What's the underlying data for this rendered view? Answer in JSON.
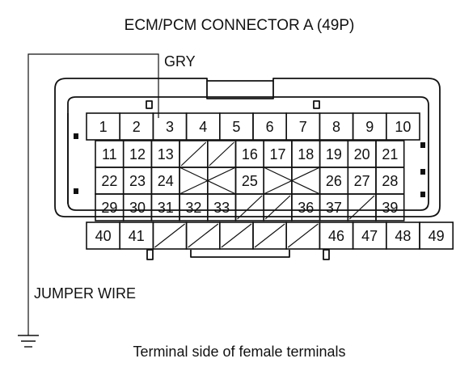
{
  "title": "ECM/PCM CONNECTOR A (49P)",
  "wire_color": "GRY",
  "jumper_label": "JUMPER WIRE",
  "caption": "Terminal side of female terminals",
  "icons": {
    "ground": "ground-symbol-icon"
  },
  "connector": {
    "rows": [
      [
        "1",
        "2",
        "3",
        "4",
        "5",
        "6",
        "7",
        "8",
        "9",
        "10"
      ],
      [
        "11",
        "12",
        "13",
        "",
        "",
        "16",
        "17",
        "18",
        "19",
        "20",
        "21"
      ],
      [
        "22",
        "23",
        "24",
        "",
        "",
        "25",
        "",
        "",
        "26",
        "27",
        "28"
      ],
      [
        "29",
        "30",
        "31",
        "32",
        "33",
        "",
        "",
        "36",
        "37",
        "",
        "39"
      ],
      [
        "40",
        "41",
        "",
        "",
        "",
        "",
        "",
        "46",
        "47",
        "48",
        "49"
      ]
    ],
    "jumpered_terminal": "3"
  },
  "colors": {
    "line": "#111111",
    "background": "#ffffff"
  }
}
